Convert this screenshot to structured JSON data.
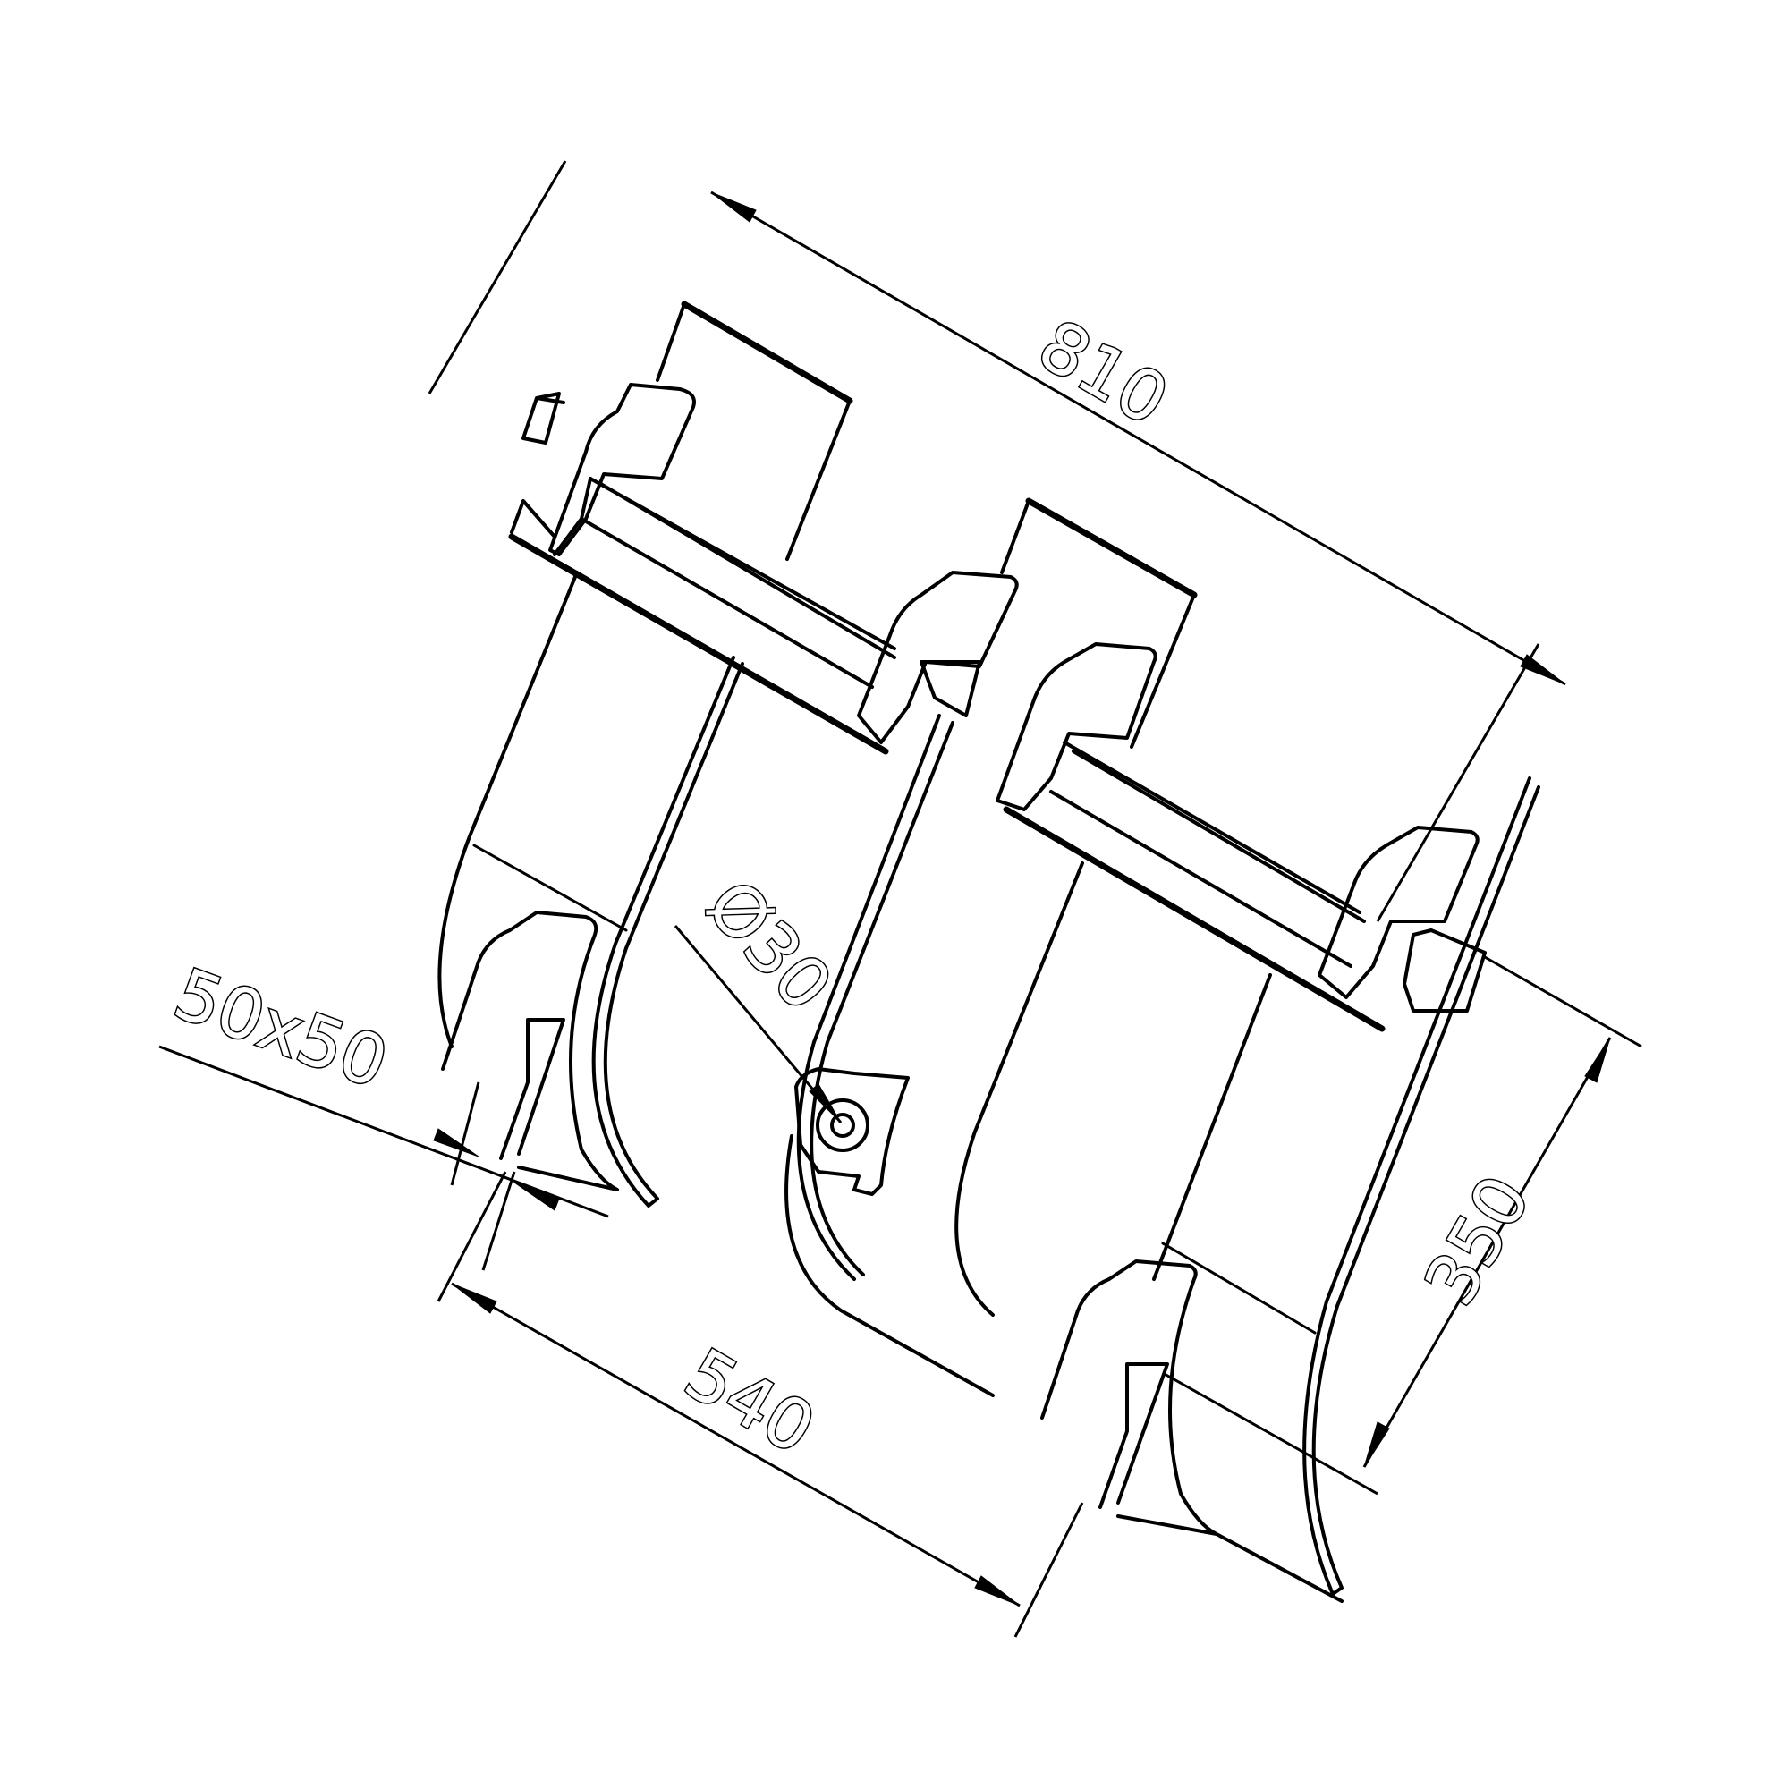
{
  "dimensions": {
    "length": "810",
    "width": "540",
    "height": "350",
    "profile": "50x50",
    "diameter": "Ø30"
  }
}
